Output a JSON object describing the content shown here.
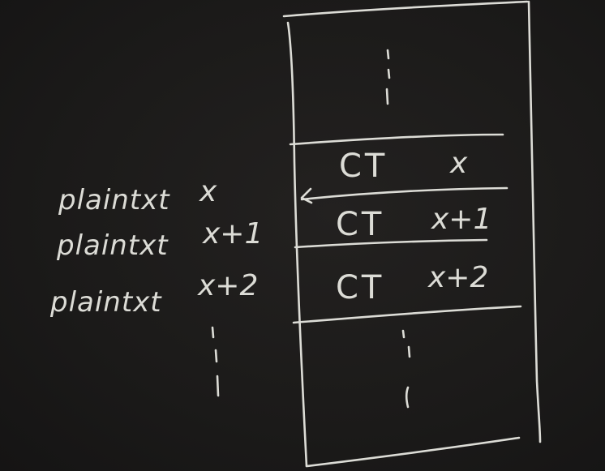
{
  "diagram": {
    "left_labels": [
      {
        "text": "plaintxt",
        "index": "x"
      },
      {
        "text": "plaintxt",
        "index": "x+1"
      },
      {
        "text": "plaintxt",
        "index": "x+2"
      }
    ],
    "blocks": [
      {
        "label": "CT",
        "index": "x"
      },
      {
        "label": "CT",
        "index": "x+1"
      },
      {
        "label": "CT",
        "index": "x+2"
      }
    ],
    "colors": {
      "board": "#1b1a19",
      "chalk": "#dcdcd6"
    }
  }
}
